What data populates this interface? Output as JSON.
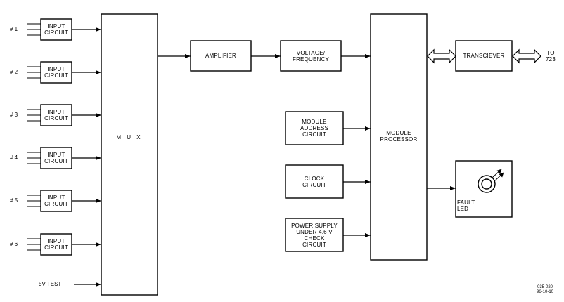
{
  "inputs": [
    {
      "channel": "# 1",
      "box": "INPUT\nCIRCUIT"
    },
    {
      "channel": "# 2",
      "box": "INPUT\nCIRCUIT"
    },
    {
      "channel": "# 3",
      "box": "INPUT\nCIRCUIT"
    },
    {
      "channel": "# 4",
      "box": "INPUT\nCIRCUIT"
    },
    {
      "channel": "# 5",
      "box": "INPUT\nCIRCUIT"
    },
    {
      "channel": "# 6",
      "box": "INPUT\nCIRCUIT"
    }
  ],
  "test_input": "5V TEST",
  "mux": "M U X",
  "amplifier": "AMPLIFIER",
  "vf": "VOLTAGE/\nFREQUENCY",
  "module_address": "MODULE\nADDRESS\nCIRCUIT",
  "clock": "CLOCK\nCIRCUIT",
  "power_supply": "POWER SUPPLY\nUNDER 4.6 V\nCHECK\nCIRCUIT",
  "processor": "MODULE\nPROCESSOR",
  "transceiver": "TRANSCIEVER",
  "to_label": "TO\n723",
  "fault_led": "FAULT\nLED",
  "drawing_ref": "035-020\n96-10-10"
}
